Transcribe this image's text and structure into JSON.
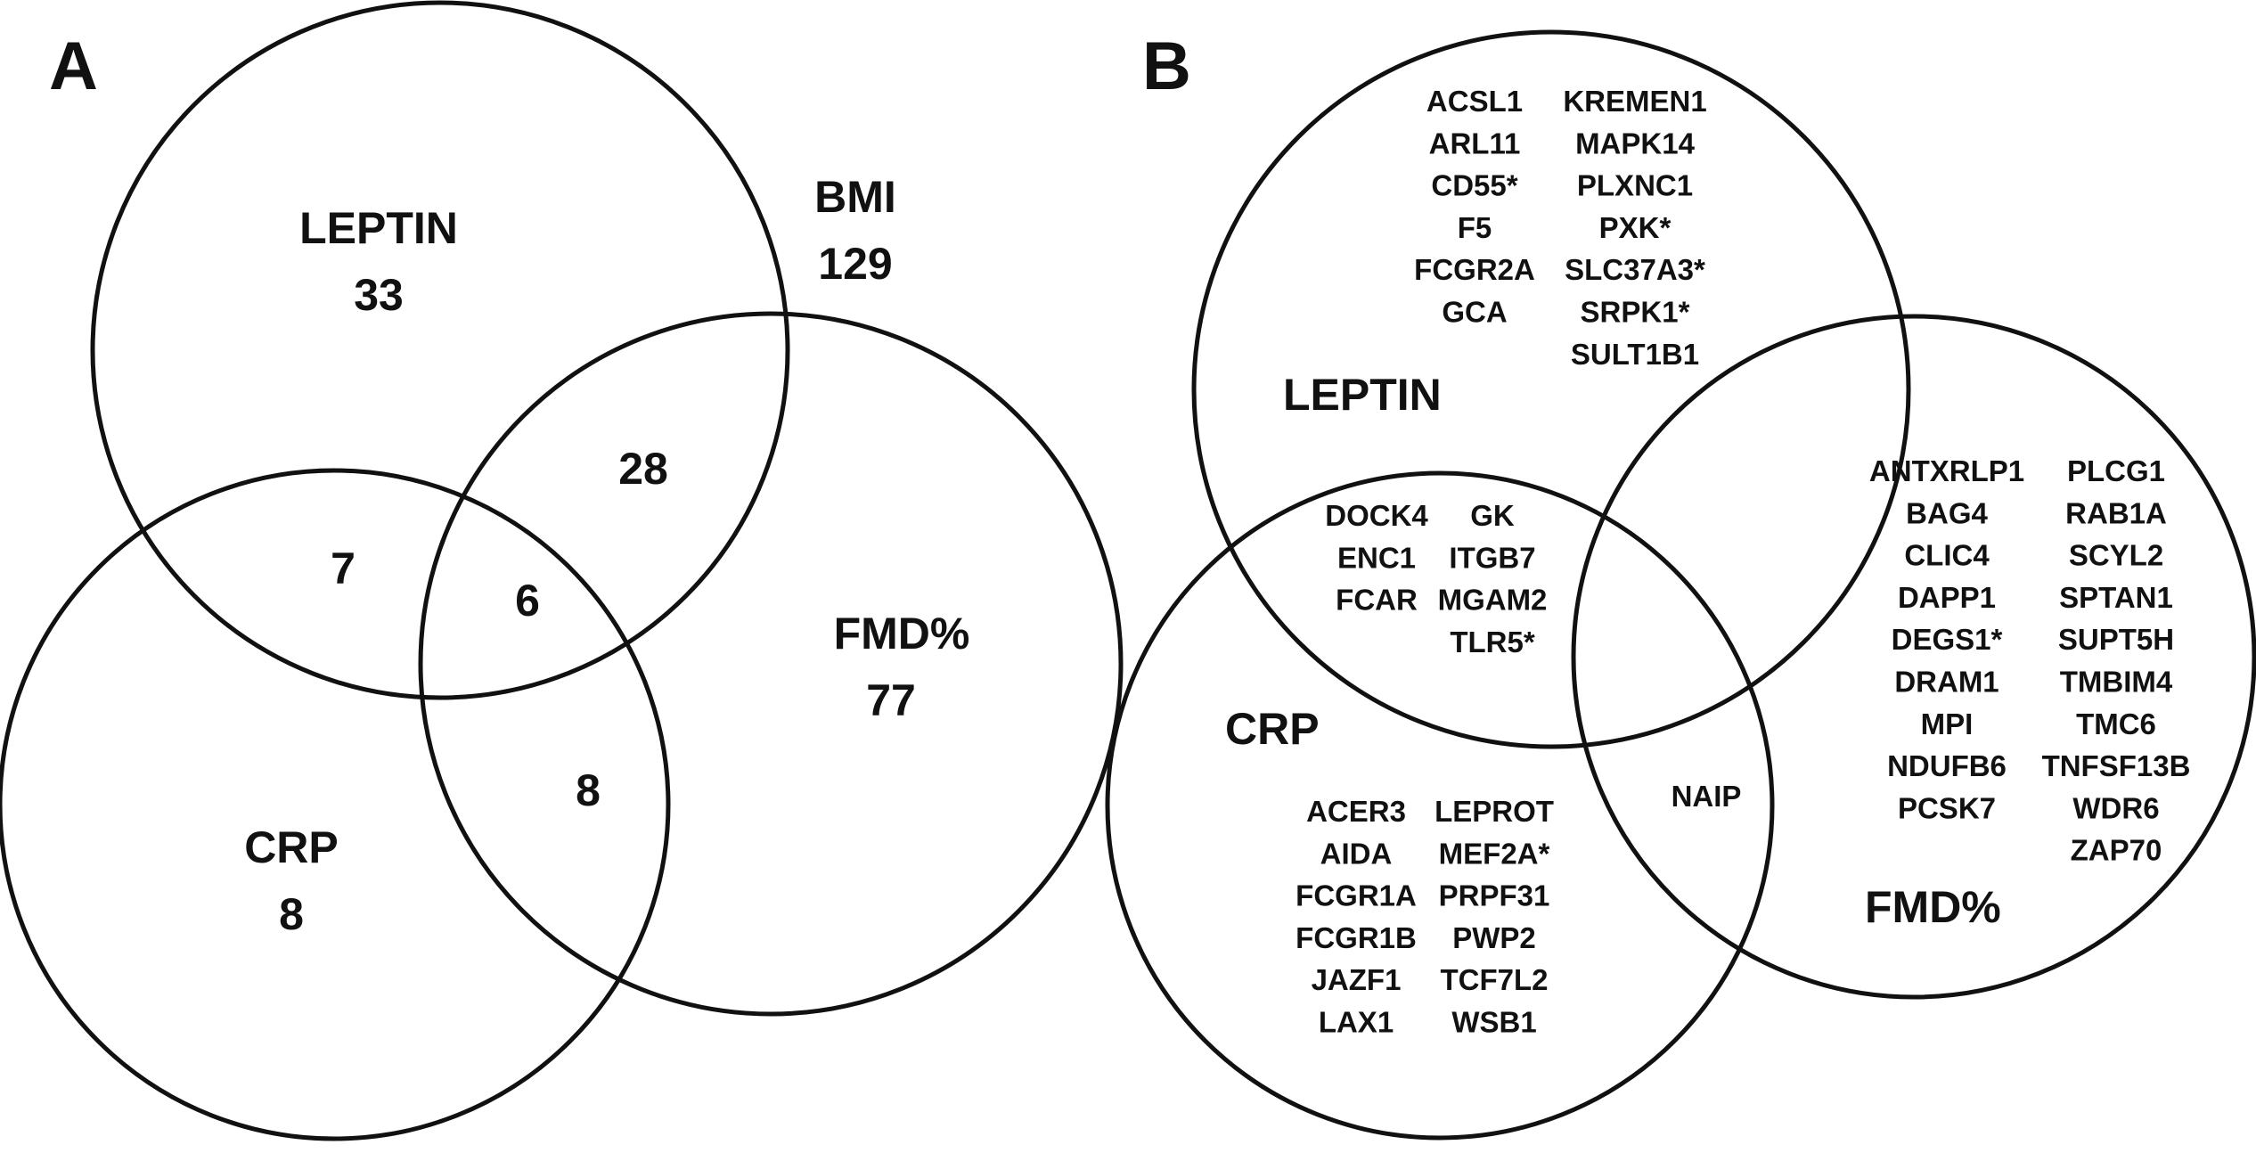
{
  "panel_a": {
    "letter": "A",
    "labels": {
      "leptin": "LEPTIN",
      "bmi": "BMI",
      "crp": "CRP",
      "fmd": "FMD%"
    },
    "counts": {
      "leptin_only": "33",
      "bmi_total": "129",
      "crp_only": "8",
      "fmd_only": "77",
      "leptin_fmd": "28",
      "leptin_crp": "7",
      "all_three": "6",
      "crp_fmd": "8"
    }
  },
  "panel_b": {
    "letter": "B",
    "labels": {
      "leptin": "LEPTIN",
      "crp": "CRP",
      "fmd": "FMD%"
    },
    "leptin_only_col1": [
      "ACSL1",
      "ARL11",
      "CD55*",
      "F5",
      "FCGR2A",
      "GCA"
    ],
    "leptin_only_col2": [
      "KREMEN1",
      "MAPK14",
      "PLXNC1",
      "PXK*",
      "SLC37A3*",
      "SRPK1*",
      "SULT1B1"
    ],
    "leptin_crp_col1": [
      "DOCK4",
      "ENC1",
      "FCAR"
    ],
    "leptin_crp_col2": [
      "GK",
      "ITGB7",
      "MGAM2",
      "TLR5*"
    ],
    "crp_only_col1": [
      "ACER3",
      "AIDA",
      "FCGR1A",
      "FCGR1B",
      "JAZF1",
      "LAX1"
    ],
    "crp_only_col2": [
      "LEPROT",
      "MEF2A*",
      "PRPF31",
      "PWP2",
      "TCF7L2",
      "WSB1"
    ],
    "crp_fmd": [
      "NAIP"
    ],
    "fmd_only_col1": [
      "ANTXRLP1",
      "BAG4",
      "CLIC4",
      "DAPP1",
      "DEGS1*",
      "DRAM1",
      "MPI",
      "NDUFB6",
      "PCSK7"
    ],
    "fmd_only_col2": [
      "PLCG1",
      "RAB1A",
      "SCYL2",
      "SPTAN1",
      "SUPT5H",
      "TMBIM4",
      "TMC6",
      "TNFSF13B",
      "WDR6",
      "ZAP70"
    ]
  }
}
